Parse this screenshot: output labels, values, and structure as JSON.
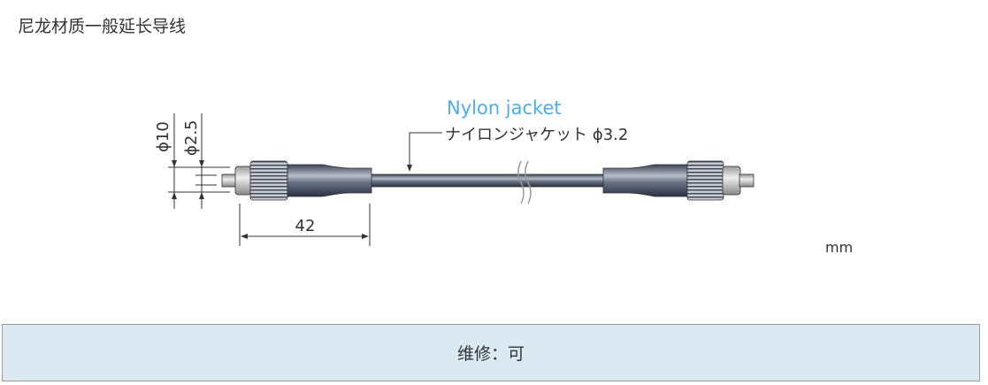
{
  "title": "尼龙材质一般延长导线",
  "diagram": {
    "jacket_label_en": "Nylon jacket",
    "jacket_label_jp": "ナイロンジャケット ϕ3.2",
    "dim_outer": "ϕ10",
    "dim_inner": "ϕ2.5",
    "dim_length": "42",
    "unit": "mm",
    "colors": {
      "accent": "#4aaee8",
      "cable": "#4a5566",
      "bar": "#dbe9f2"
    }
  },
  "footer": {
    "repair": "维修：可"
  }
}
